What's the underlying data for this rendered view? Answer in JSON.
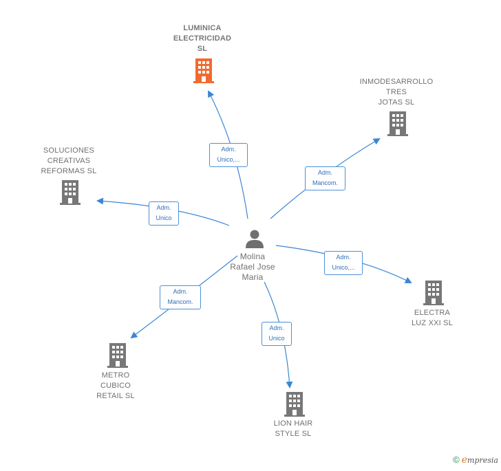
{
  "center": {
    "label": "Molina\nRafael Jose\nMaria",
    "icon": "person-icon"
  },
  "companies": [
    {
      "id": "luminica",
      "label": "LUMINICA\nELECTRICIDAD\nSL",
      "highlight": true,
      "color": "#f26a2e",
      "icon": "building-icon"
    },
    {
      "id": "inmodesarrollo",
      "label": "INMODESARROLLO\nTRES\nJOTAS  SL",
      "color": "#777777",
      "icon": "building-icon"
    },
    {
      "id": "soluciones",
      "label": "SOLUCIONES\nCREATIVAS\nREFORMAS  SL",
      "color": "#777777",
      "icon": "building-icon"
    },
    {
      "id": "electra",
      "label": "ELECTRA\nLUZ XXI  SL",
      "color": "#777777",
      "icon": "building-icon"
    },
    {
      "id": "metro",
      "label": "METRO\nCUBICO\nRETAIL  SL",
      "color": "#777777",
      "icon": "building-icon"
    },
    {
      "id": "lionhair",
      "label": "LION HAIR\nSTYLE  SL",
      "color": "#777777",
      "icon": "building-icon"
    }
  ],
  "edges": [
    {
      "to": "luminica",
      "label": "Adm.\nUnico,..."
    },
    {
      "to": "inmodesarrollo",
      "label": "Adm.\nMancom."
    },
    {
      "to": "soluciones",
      "label": "Adm.\nUnico"
    },
    {
      "to": "electra",
      "label": "Adm.\nUnico,..."
    },
    {
      "to": "metro",
      "label": "Adm.\nMancom."
    },
    {
      "to": "lionhair",
      "label": "Adm.\nUnico"
    }
  ],
  "colors": {
    "edge": "#3a86d4",
    "person": "#6f6f6f"
  },
  "footer": {
    "copyright": "©",
    "brand_initial": "e",
    "brand_rest": "mpresia"
  }
}
